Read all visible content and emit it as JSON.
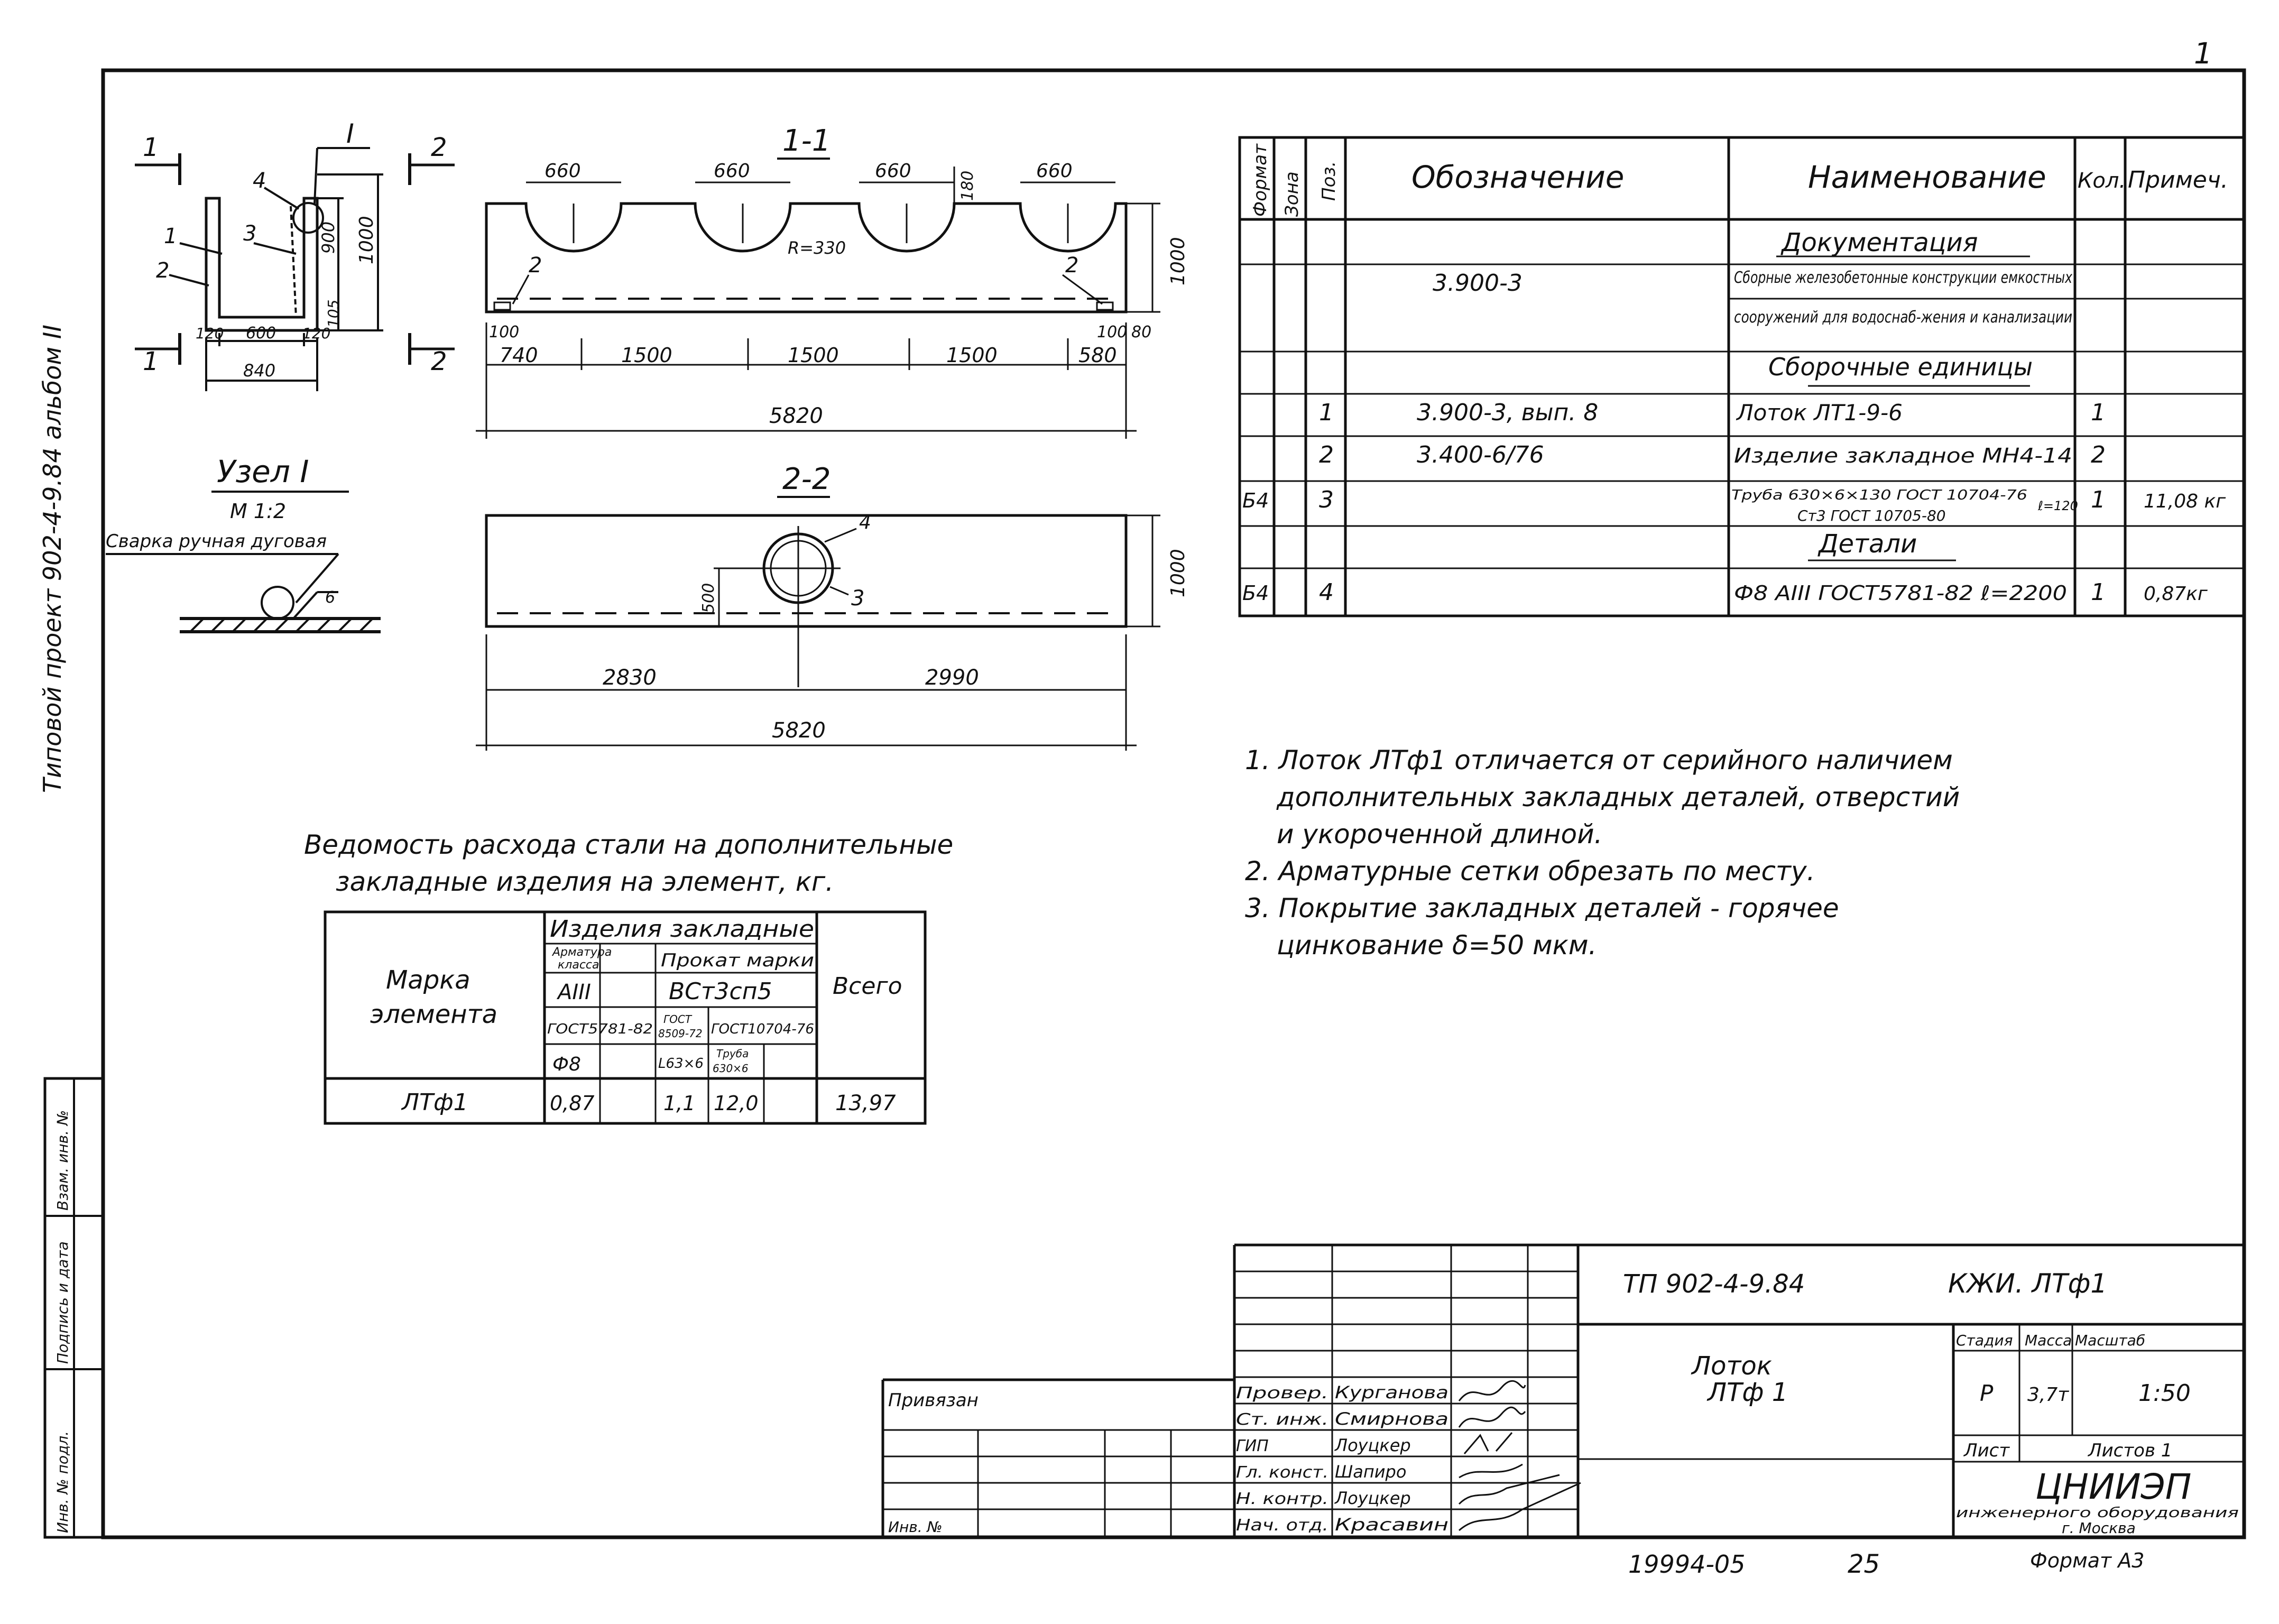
{
  "side": {
    "project_label": "Типовой проект 902-4-9.84 альбом II",
    "inv_podl": "Инв. № подл.",
    "podpis_data": "Подпись и дата",
    "vzam_inv": "Взам. инв. №"
  },
  "corner_mark": "1",
  "section_1_1": {
    "title": "1-1",
    "cut_dims": [
      "660",
      "660",
      "660",
      "660"
    ],
    "dim_180": "180",
    "radius": "R=330",
    "height": "1000",
    "pos_2": "2",
    "dim_100_left": "100",
    "dim_100_right": "100",
    "dim_80": "80",
    "spans": [
      "740",
      "1500",
      "1500",
      "1500",
      "580"
    ],
    "total": "5820"
  },
  "section_2_2": {
    "title": "2-2",
    "height": "1000",
    "hole_height": "500",
    "pos_3": "3",
    "pos_4": "4",
    "left": "2830",
    "right": "2990",
    "total": "5820"
  },
  "cross_section": {
    "mark_I": "I",
    "cut_1": "1",
    "cut_2": "2",
    "pos_1": "1",
    "pos_2": "2",
    "pos_3": "3",
    "pos_4": "4",
    "height_900": "900",
    "height_1000": "1000",
    "dim_105": "105",
    "dim_120a": "120",
    "dim_600": "600",
    "dim_120b": "120",
    "width": "840"
  },
  "node": {
    "title": "Узел I",
    "scale": "М 1:2",
    "weld": "Сварка ручная дуговая",
    "weld_leg": "6"
  },
  "spec": {
    "headers": {
      "format": "Формат",
      "zone": "Зона",
      "pos": "Поз.",
      "designation": "Обозначение",
      "name": "Наименование",
      "qty": "Кол.",
      "note": "Примеч."
    },
    "section_docs": "Документация",
    "doc_code": "3.900-3",
    "doc_line1": "Сборные железобетонные конструкции емкостных",
    "doc_line2": "сооружений для водоснаб-жения и канализации",
    "section_units": "Сборочные единицы",
    "rows": [
      {
        "format": "",
        "pos": "1",
        "designation": "3.900-3, вып. 8",
        "name": "Лоток ЛТ1-9-6",
        "qty": "1",
        "note": ""
      },
      {
        "format": "",
        "pos": "2",
        "designation": "3.400-6/76",
        "name": "Изделие закладное МН4-14",
        "qty": "2",
        "note": ""
      },
      {
        "format": "Б4",
        "pos": "3",
        "designation": "",
        "name_top": "Труба 630×6×130 ГОСТ 10704-76",
        "name_bottom": "Ст3 ГОСТ 10705-80",
        "name_suffix": "ℓ=120",
        "qty": "1",
        "note": "11,08 кг"
      }
    ],
    "section_details": "Детали",
    "detail_row": {
      "format": "Б4",
      "pos": "4",
      "designation": "",
      "name": "Ф8 АIII ГОСТ5781-82 ℓ=2200",
      "qty": "1",
      "note": "0,87кг"
    }
  },
  "notes": [
    "1. Лоток ЛТф1 отличается от серийного наличием",
    "дополнительных закладных деталей, отверстий",
    "и укороченной длиной.",
    "2. Арматурные сетки обрезать по месту.",
    "3. Покрытие закладных деталей - горячее",
    "цинкование δ=50 мкм."
  ],
  "steel": {
    "title_1": "Ведомость расхода стали на дополнительные",
    "title_2": "закладные изделия на элемент, кг.",
    "h_mark_1": "Марка",
    "h_mark_2": "элемента",
    "h_items": "Изделия закладные",
    "h_arm_1": "Арматура",
    "h_arm_2": "класса",
    "h_aiii": "АIII",
    "h_gost5781": "ГОСТ5781-82",
    "h_phi8": "Ф8",
    "h_prokat": "Прокат марки",
    "h_vst": "ВСт3сп5",
    "h_gost8509_1": "ГОСТ",
    "h_gost8509_2": "8509-72",
    "h_l63_1": "L63×6",
    "h_gost10704": "ГОСТ10704-76",
    "h_tr_1": "Труба",
    "h_tr_2": "630×6",
    "h_total": "Всего",
    "row": {
      "mark": "ЛТф1",
      "phi8": "0,87",
      "l63": "1,1",
      "pipe": "12,0",
      "total": "13,97"
    }
  },
  "stamp": {
    "code": "ТП 902-4-9.84",
    "mark": "КЖИ. ЛТф1",
    "privyazan": "Привязан",
    "inv_no": "Инв. №",
    "title_1": "Лоток",
    "title_2": "ЛТф 1",
    "stage_label": "Стадия",
    "mass_label": "Масса",
    "scale_label": "Масштаб",
    "stage": "Р",
    "mass": "3,7т",
    "scale": "1:50",
    "sheet_label": "Лист",
    "sheets_label": "Листов 1",
    "org_1": "ЦНИИЭП",
    "org_2": "инженерного оборудования",
    "org_3": "г. Москва",
    "format": "Формат А3",
    "number": "19994-05",
    "page": "25",
    "roles": [
      {
        "role": "Провер.",
        "name": "Курганова"
      },
      {
        "role": "Ст. инж.",
        "name": "Смирнова"
      },
      {
        "role": "ГИП",
        "name": "Лоуцкер"
      },
      {
        "role": "Гл. конст.",
        "name": "Шапиро"
      },
      {
        "role": "Н. контр.",
        "name": "Лоуцкер"
      },
      {
        "role": "Нач. отд.",
        "name": "Красавин"
      }
    ]
  }
}
